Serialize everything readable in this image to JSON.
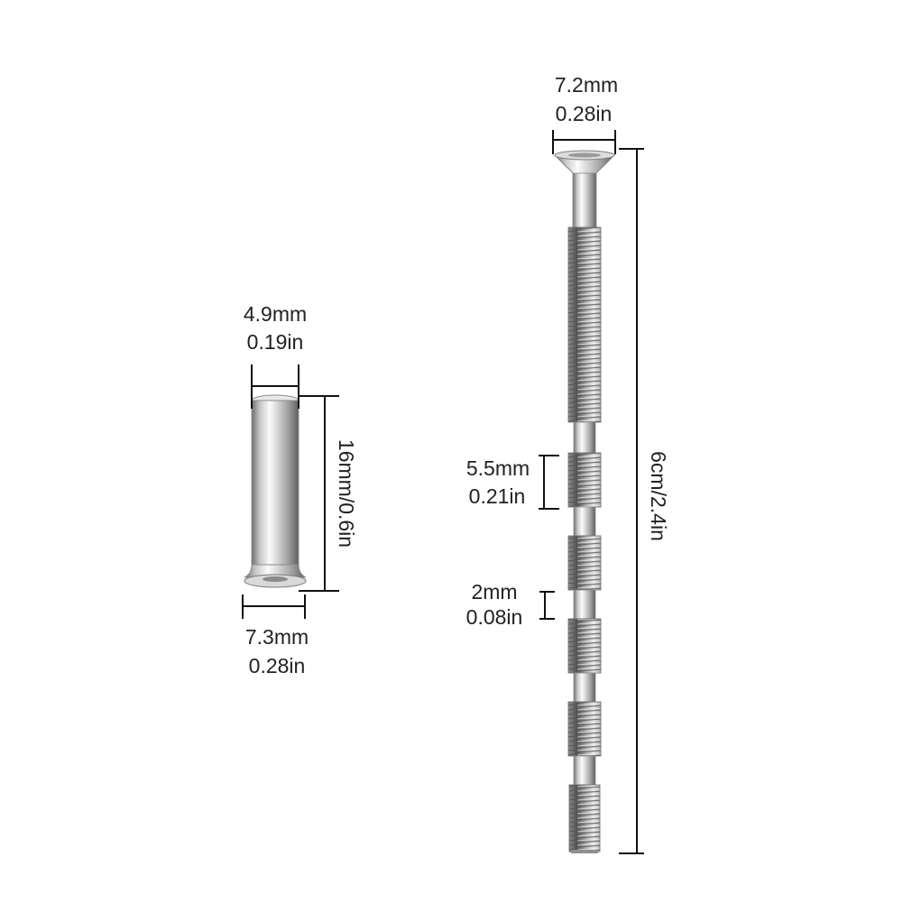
{
  "sleeve": {
    "top_width": {
      "mm": "4.9mm",
      "in": "0.19in"
    },
    "length": "16mm/0.6in",
    "flange_width": {
      "mm": "7.3mm",
      "in": "0.28in"
    }
  },
  "screw": {
    "head_width": {
      "mm": "7.2mm",
      "in": "0.28in"
    },
    "thread_segment": {
      "mm": "5.5mm",
      "in": "0.21in"
    },
    "gap_segment": {
      "mm": "2mm",
      "in": "0.08in"
    },
    "total_length": "6cm/2.4in"
  },
  "colors": {
    "metal_light": "#f4f4f4",
    "metal_mid": "#b9b9b9",
    "metal_dark": "#6f6f6f",
    "line": "#111111"
  }
}
